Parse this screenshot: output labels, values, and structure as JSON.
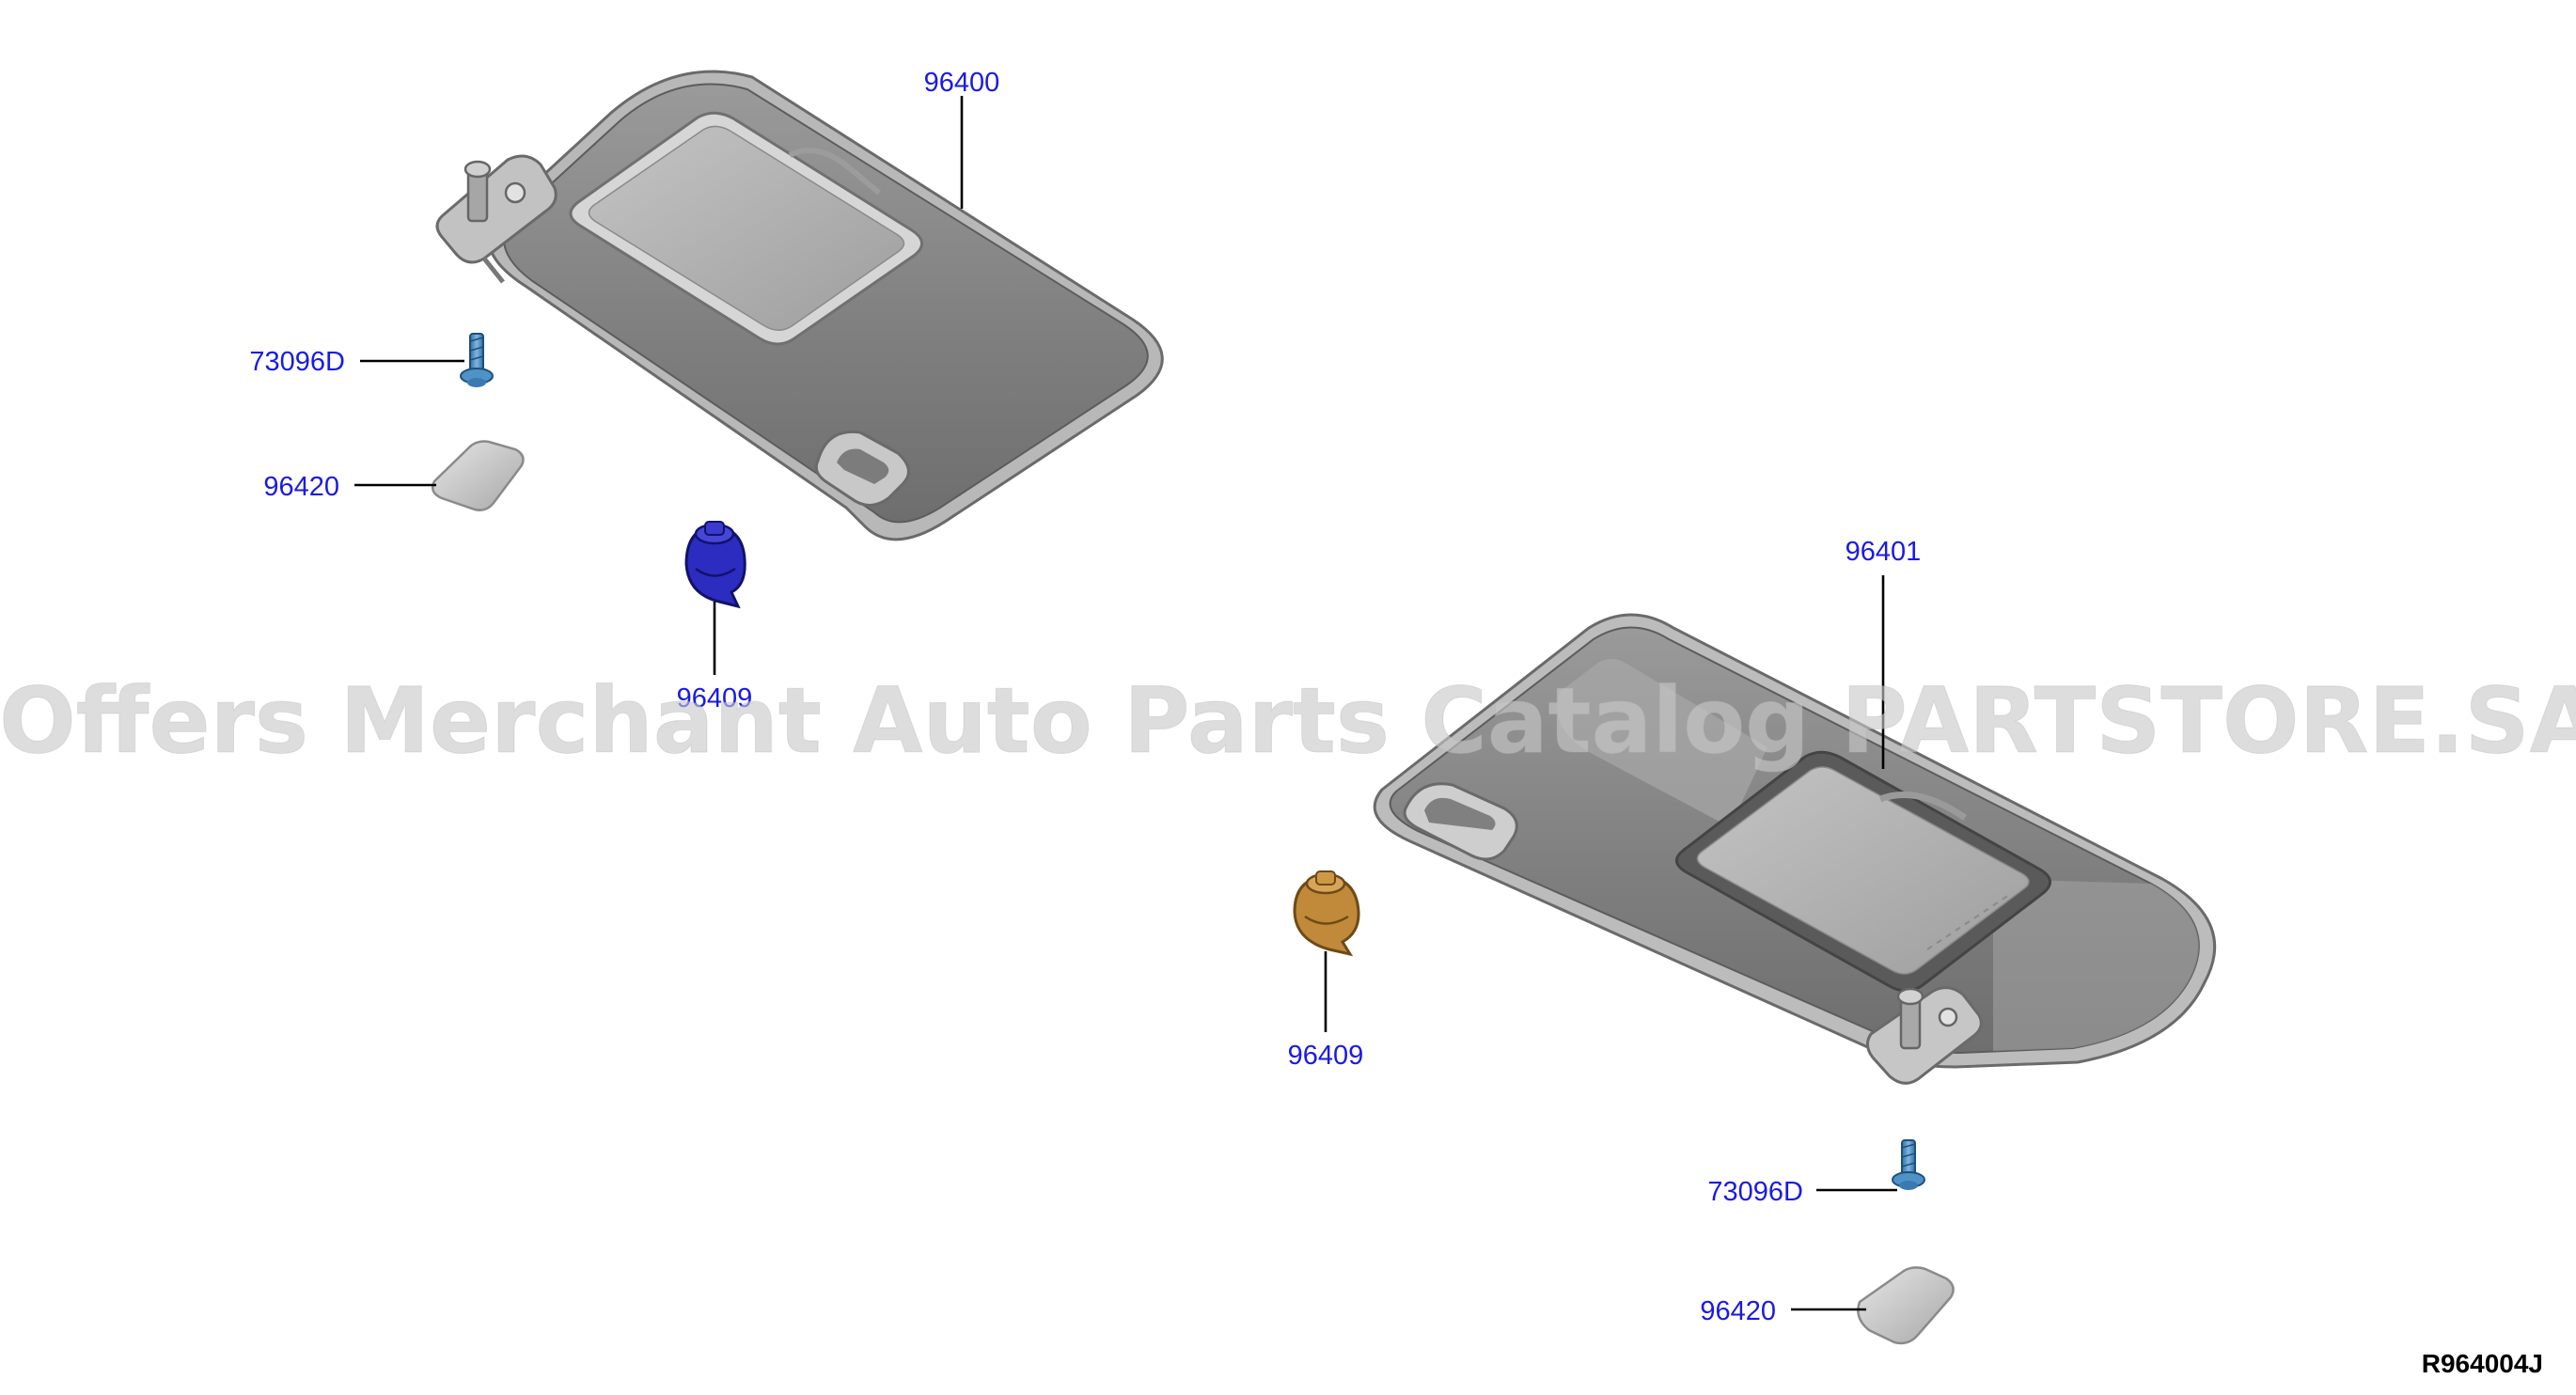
{
  "callouts": {
    "visor_left": "96400",
    "visor_right": "96401",
    "clip_left": "96409",
    "clip_right": "96409",
    "screw_left": "73096D",
    "screw_right": "73096D",
    "cover_left": "96420",
    "cover_right": "96420"
  },
  "watermark": "Offers Merchant Auto Parts Catalog PARTSTORE.SA",
  "diagram_code": "R964004J",
  "colors": {
    "callout_text": "#1a1ae6",
    "visor_body": "#8a8a8a",
    "mirror": "#b0b0b0",
    "screw": "#4f92c8",
    "clip_left": "#2c2cc0",
    "clip_right": "#c08a3a"
  }
}
